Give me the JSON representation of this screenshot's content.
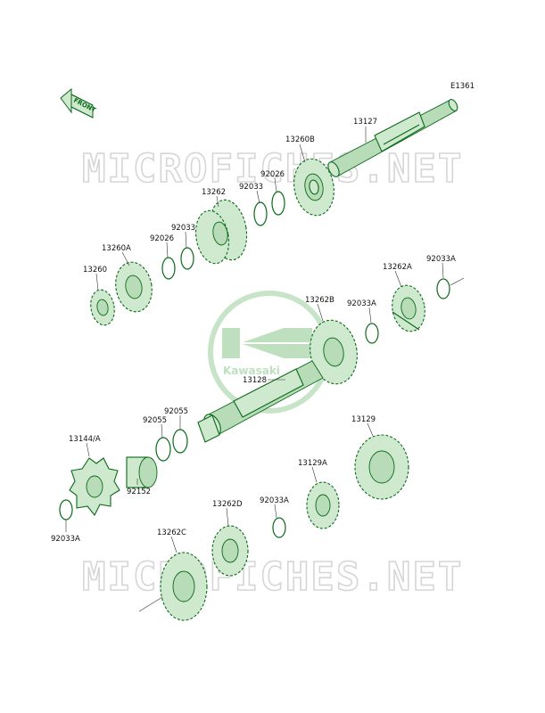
{
  "diagram": {
    "code": "E1361",
    "front_label": "FRONT",
    "watermark_top": "MICROFICHES.NET",
    "watermark_bottom": "MICROFICHES.NET",
    "logo_text": "Kawasaki",
    "colors": {
      "parts": "#0a6a1a",
      "fill": "#cfe9cf",
      "watermark": "#d6d6d6",
      "logo": "#b9ddb9"
    }
  },
  "labels": {
    "l13127": "13127",
    "l13260B": "13260B",
    "l92026a": "92026",
    "l92033a": "92033",
    "l13262": "13262",
    "l92033b": "92033",
    "l92026b": "92026",
    "l13260A": "13260A",
    "l13260": "13260",
    "l13262A": "13262A",
    "l92033Aa": "92033A",
    "l92033Ab": "92033A",
    "l13262B": "13262B",
    "l13128": "13128",
    "l92055a": "92055",
    "l92055b": "92055",
    "l13144": "13144/A",
    "l92152": "92152",
    "l92033Ac": "92033A",
    "l13129": "13129",
    "l13129A": "13129A",
    "l92033Ad": "92033A",
    "l13262D": "13262D",
    "l13262C": "13262C"
  }
}
